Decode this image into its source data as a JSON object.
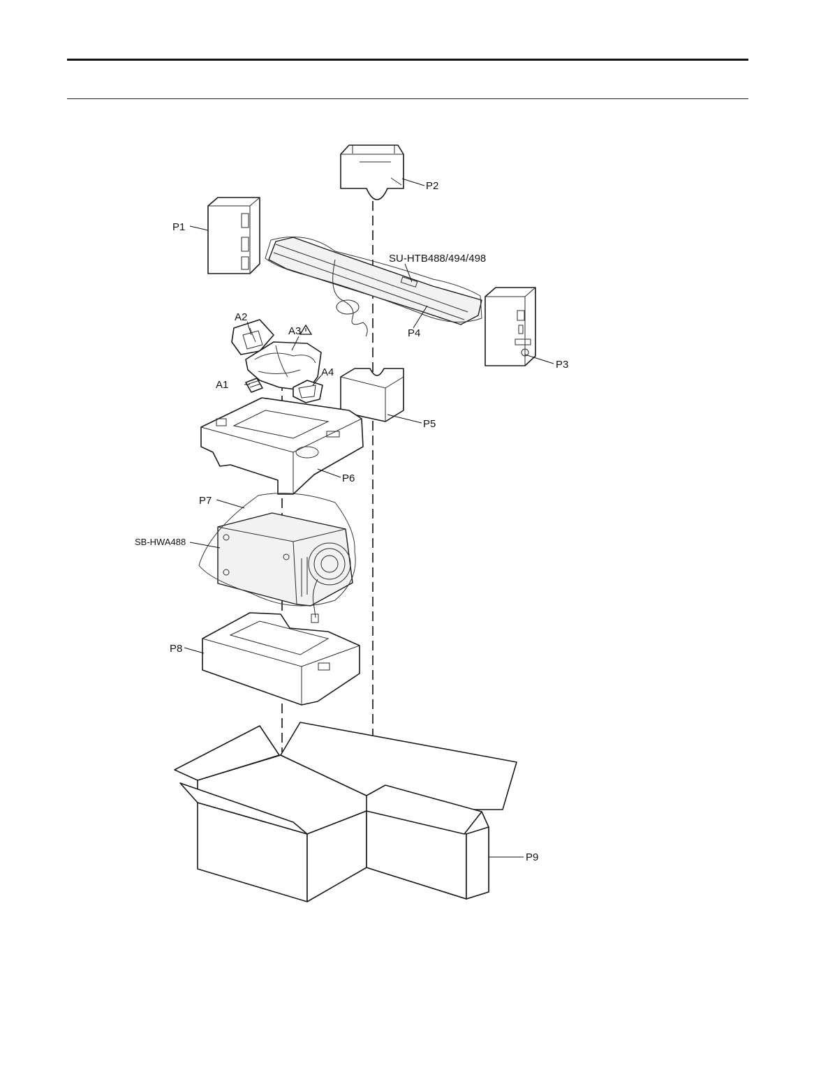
{
  "labels": {
    "p1": "P1",
    "p2": "P2",
    "p3": "P3",
    "p4": "P4",
    "p5": "P5",
    "p6": "P6",
    "p7": "P7",
    "p8": "P8",
    "p9": "P9",
    "a1": "A1",
    "a2": "A2",
    "a3": "A3",
    "a4": "A4",
    "soundbar_model": "SU-HTB488/494/498",
    "subwoofer_model": "SB-HWA488"
  },
  "icons": {
    "a3_mark": "warning-triangle-icon"
  }
}
